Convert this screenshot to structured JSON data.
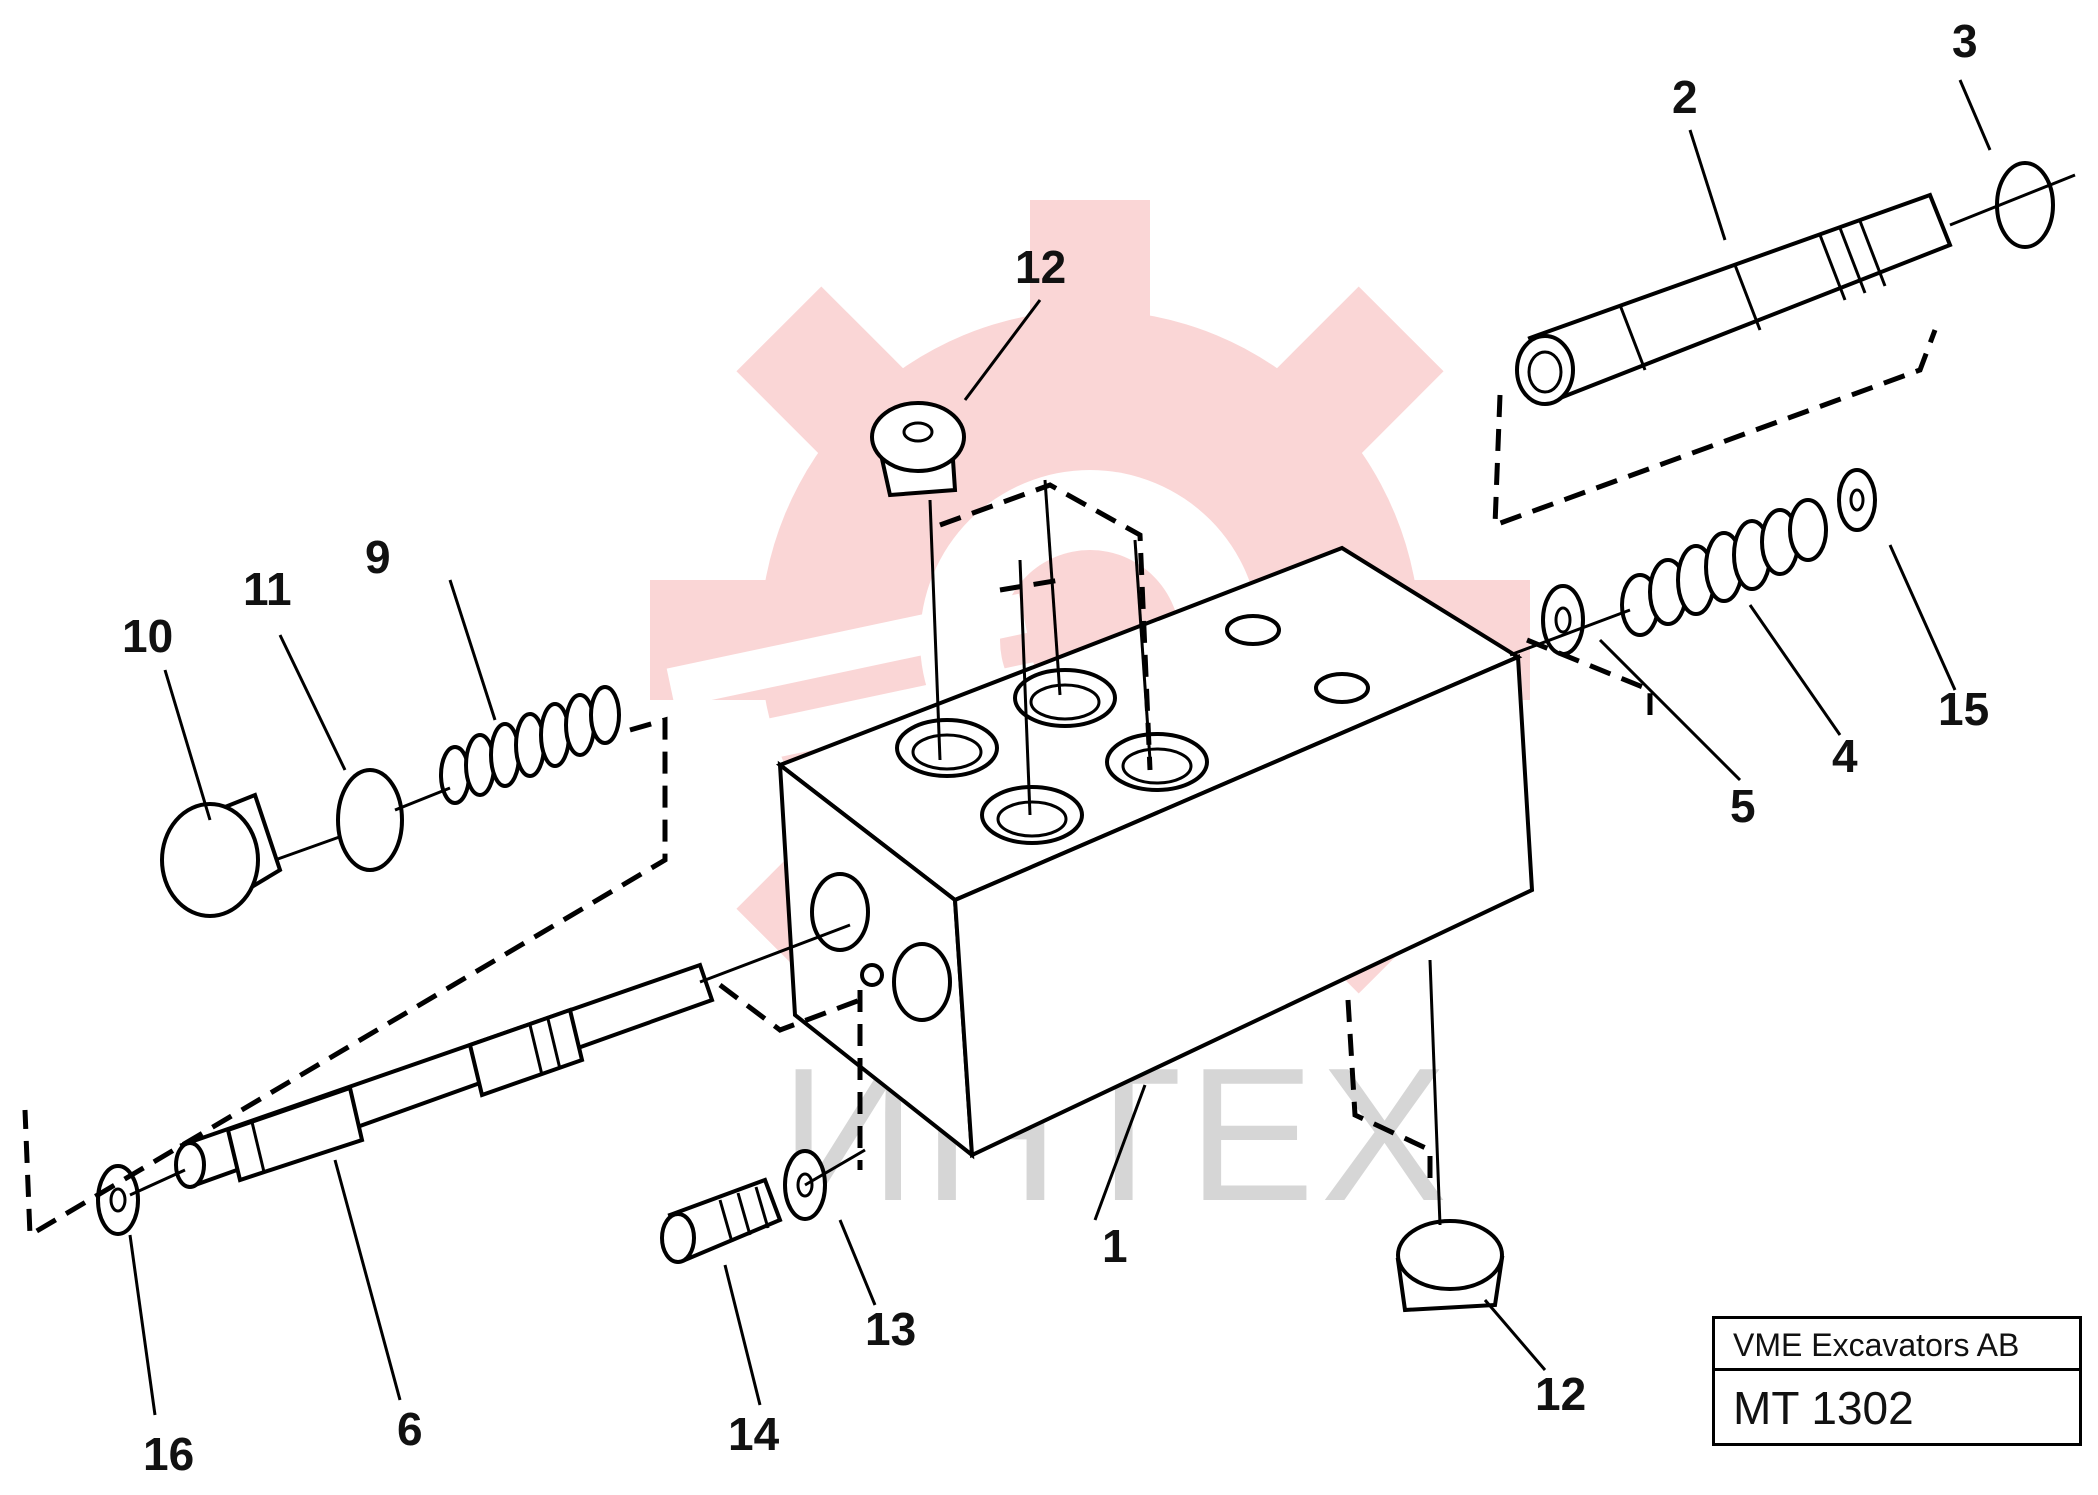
{
  "watermark": {
    "text": "ИНТЕХ",
    "gear_color": "#f4a6a6",
    "text_color": "#c8c8c8"
  },
  "callouts": {
    "c1": "1",
    "c2": "2",
    "c3": "3",
    "c4": "4",
    "c5": "5",
    "c6": "6",
    "c9": "9",
    "c10": "10",
    "c11": "11",
    "c12_top": "12",
    "c12_bottom": "12",
    "c13": "13",
    "c14": "14",
    "c15": "15",
    "c16": "16"
  },
  "title_block": {
    "company": "VME Excavators AB",
    "code": "MT 1302"
  }
}
